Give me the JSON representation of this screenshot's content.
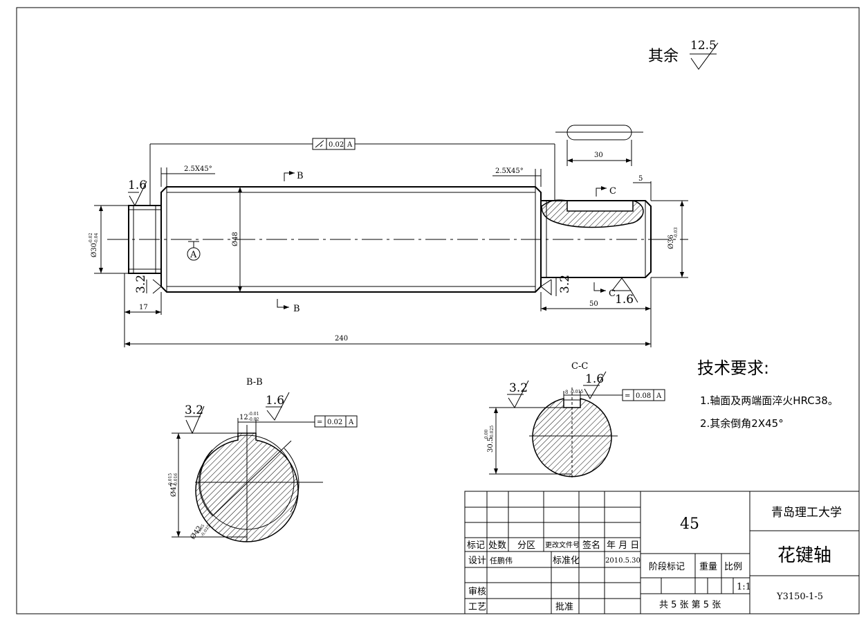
{
  "surface_note": {
    "prefix": "其余",
    "value": "12.5"
  },
  "dimensions": {
    "runout_tol": "0.02",
    "runout_datum": "A",
    "chamfer_left": "2.5X45°",
    "chamfer_right": "2.5X45°",
    "key_len": "30",
    "key_offset": "5",
    "d30": "Ø30",
    "d30_tol_top": "-0.02",
    "d30_tol_bot": "-0.04",
    "d48": "Ø48",
    "d36": "Ø36",
    "d36_tol": "-0.03",
    "len17": "17",
    "len50": "50",
    "len240": "240"
  },
  "roughness": {
    "r1": "1.6",
    "r2": "3.2",
    "r3": "3.2",
    "r4": "1.6"
  },
  "section_marks": {
    "b": "B",
    "c": "C",
    "datum_a": "A"
  },
  "section_bb": {
    "title": "B-B",
    "rough_left": "3.2",
    "rough_right": "1.6",
    "key_w": "12",
    "key_w_tol_top": "-0.01",
    "key_w_tol_bot": "-0.02",
    "sym_val": "0.02",
    "sym_datum": "A",
    "sym_sym": "=",
    "d47": "Ø47",
    "d47_tol_top": "-0.015",
    "d47_tol_bot": "-0.016",
    "d42": "Ø42",
    "d42_tol_top": "-0.05",
    "d42_tol_bot": "-0.035"
  },
  "section_cc": {
    "title": "C-C",
    "rough_left": "3.2",
    "rough_right": "1.6",
    "key_w": "8",
    "key_w_tol": "-0.015",
    "sym_val": "0.08",
    "sym_datum": "A",
    "sym_sym": "=",
    "h": "30.5",
    "h_tol_top": "0.00",
    "h_tol_bot": "-0.025"
  },
  "tech_req": {
    "title": "技术要求:",
    "items": [
      "1.轴面及两端面淬火HRC38。",
      "2.其余倒角2X45°"
    ]
  },
  "title_block": {
    "col_headers": [
      "标记",
      "处数",
      "分区",
      "更改文件号",
      "签名",
      "年 月 日"
    ],
    "design_label": "设计",
    "designer": "任鹏伟",
    "standardize_label": "标准化",
    "date": "2010.5.30",
    "review_label": "审核",
    "process_label": "工艺",
    "approve_label": "批准",
    "material": "45",
    "stage_label": "阶段标记",
    "weight_label": "重量",
    "scale_label": "比例",
    "scale": "1:1",
    "sheets": "共 5 张  第 5 张",
    "school": "青岛理工大学",
    "part_name": "花键轴",
    "drawing_no": "Y3150-1-5"
  }
}
